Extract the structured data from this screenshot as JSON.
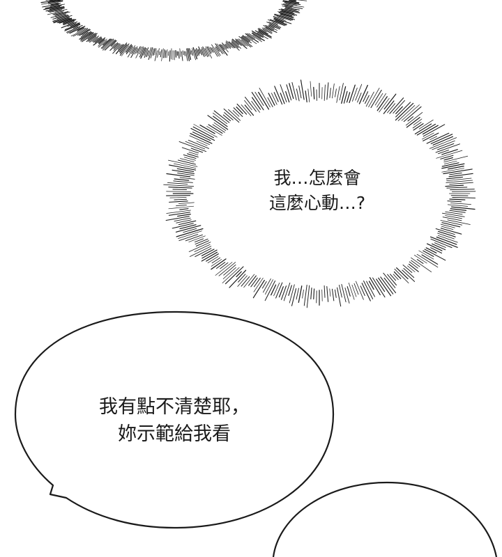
{
  "panel": {
    "thought_bubble": {
      "lines": [
        "我…怎麼會",
        "這麼心動…?"
      ]
    },
    "speech_bubble": {
      "lines": [
        "我有點不清楚耶，",
        "妳示範給我看"
      ]
    }
  },
  "colors": {
    "background": "#ffffff",
    "ink": "#1a1a1a"
  }
}
